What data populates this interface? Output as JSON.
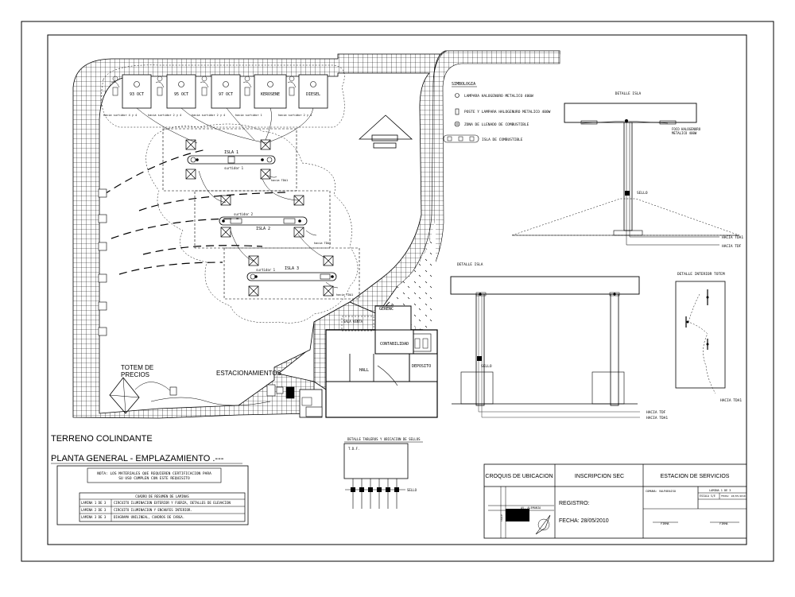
{
  "plan": {
    "terreno": "TERRENO COLINDANTE",
    "planta_general": "PLANTA GENERAL - EMPLAZAMIENTO .---",
    "estacionamientos": "ESTACIONAMIENTOS",
    "totem_1": "TOTEM DE",
    "totem_2": "PRECIOS",
    "hall": "HALL",
    "deposito": "DEPOSITO",
    "contabilidad": "CONTABILIDAD",
    "gerencia": "GERENC",
    "sala": "SALA VENTA",
    "isla1": "ISLA 1",
    "isla2": "ISLA 2",
    "isla3": "ISLA 3",
    "surtidor1": "surtidor 1",
    "surtidor2": "surtidor 2",
    "hacia_tda": "hacia TDA1",
    "fuel_tanks": [
      "93 OCT",
      "95 OCT",
      "97 OCT",
      "KEROSENE",
      "DIESEL"
    ],
    "tank_notes": [
      "hacia surtidor 4 y 4",
      "hacia surtidor 2 y 4",
      "hacia surtidor 2 y 4",
      "hacia surtidor 1",
      "hacia surtidor 2 y 4"
    ]
  },
  "simbologia": {
    "title": "SIMBOLOGIA",
    "items": [
      "LAMPARA HALOGENURO METALICO 400W",
      "POSTE Y LAMPARA HALOGENURO METALICO 400W",
      "ZONA DE LLENADO DE COMBUSTIBLE",
      "ISLA DE COMBUSTIBLE"
    ]
  },
  "detalle_isla_1": {
    "title": "DETALLE ISLA",
    "foco_1": "FOCO HALOGENURO",
    "foco_2": "METALICO 400W",
    "sello": "SELLO",
    "hacia_tda": "HACIA TDA1",
    "hacia_tdf": "HACIA TDF"
  },
  "detalle_isla_2": {
    "title": "DETALLE ISLA",
    "sello": "SELLO",
    "hacia_tdf": "HACIA TDF",
    "hacia_tda": "HACIA TDA1"
  },
  "detalle_totem": {
    "title": "DETALLE INTERIOR TOTEM",
    "hacia_tda": "HACIA TDA1"
  },
  "nota": {
    "line1": "NOTA: LOS MATERIALES QUE REQUIEREN CERTIFICACION PARA",
    "line2": "SU USO CUMPLEN CON ESTE REQUISITO"
  },
  "laminas": {
    "title": "CUADRO DE RESUMEN DE LAMINAS",
    "rows": [
      [
        "LAMINA 1 DE 3",
        "CIRCUITO ILUMINACION EXTERIOR Y FUERZA, DETALLES DE ELEVACION"
      ],
      [
        "LAMINA 2 DE 3",
        "CIRCUITO ILUMINACION Y ENCHUFES INTERIOR."
      ],
      [
        "LAMINA 3 DE 3",
        "DIAGRAMA UNILINEAL, CUADROS DE CARGA."
      ]
    ]
  },
  "tablero": {
    "title": "DETALLE TABLEROS Y UBICACION DE SELLOS",
    "tdf": "T.D.F.",
    "sello": "SELLO"
  },
  "cajetin": {
    "croquis": "CROQUIS DE UBICACION",
    "inscripcion": "INSCRIPCION SEC",
    "estacion": "ESTACION DE SERVICIOS",
    "registro": "REGISTRO:",
    "fecha": "FECHA: 28/05/2010",
    "comuna": "COMUNA: VALPARAISO",
    "lamina": "LAMINA 1 DE 3",
    "escala": "ESCALA S/E",
    "fecha_small": "FECHA: 28/05/2010",
    "firma1": "FIRMA",
    "firma2": "FIRMA",
    "av": "AV. ALEMANIA",
    "calle": "CALLE"
  }
}
